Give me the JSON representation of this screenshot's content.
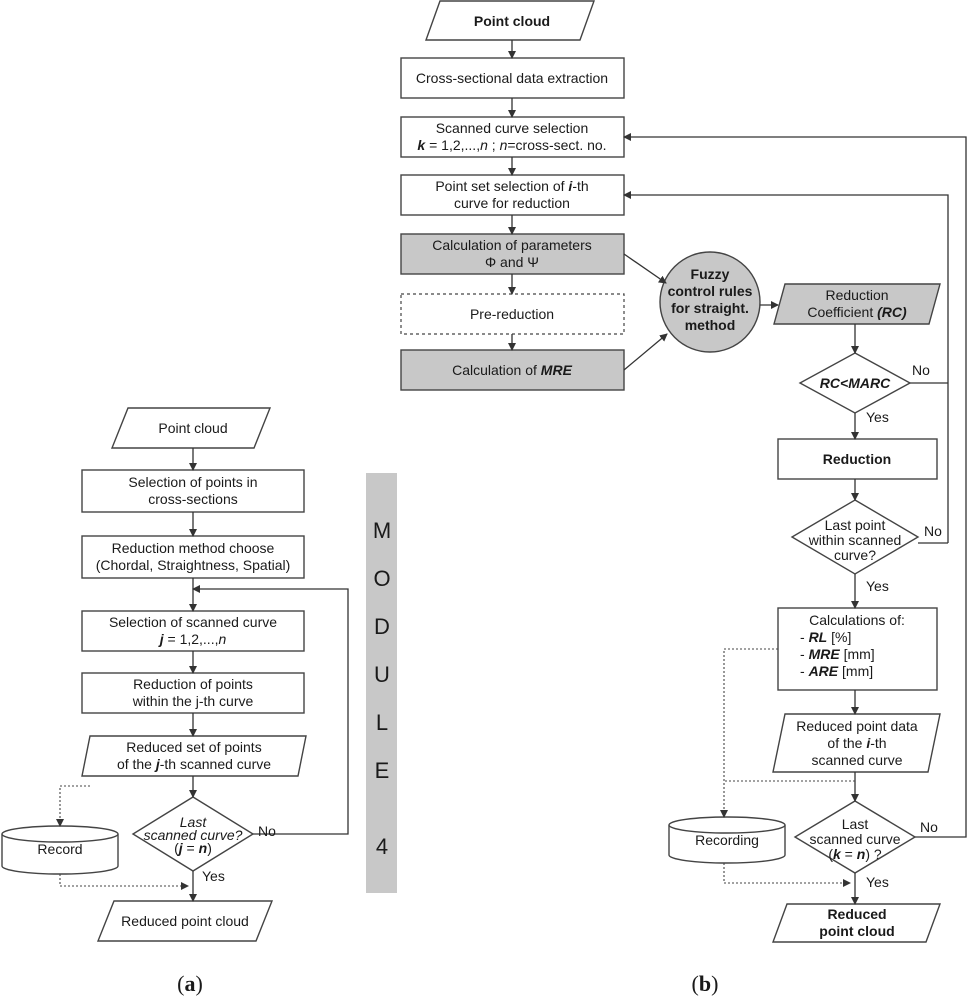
{
  "a": {
    "point_cloud": "Point cloud",
    "selection_points_1": "Selection of points in",
    "selection_points_2": "cross-sections",
    "method_1": "Reduction method choose",
    "method_2": "(Chordal, Straightness, Spatial)",
    "scanned_curve_1": "Selection of scanned curve",
    "scanned_curve_j": "j",
    "scanned_curve_2": " = 1,2,...,",
    "scanned_curve_n": "n",
    "reduction_1": "Reduction of points",
    "reduction_2": "within the j-th curve",
    "reduced_set_1": "Reduced set of points",
    "reduced_set_2a": "of the ",
    "reduced_set_j": "j",
    "reduced_set_2b": "-th scanned curve",
    "last_1": "Last",
    "last_2": "scanned curve?",
    "last_3a": "(",
    "last_3j": "j",
    "last_3b": " = ",
    "last_3n": "n",
    "last_3c": ")",
    "no": "No",
    "yes": "Yes",
    "record": "Record",
    "reduced_cloud": "Reduced point cloud",
    "module_letters": [
      "M",
      "O",
      "D",
      "U",
      "L",
      "E",
      "4"
    ],
    "caption_open": "(",
    "caption_letter": "a",
    "caption_close": ")"
  },
  "b": {
    "point_cloud": "Point cloud",
    "extraction": "Cross-sectional data extraction",
    "curve_sel_1": "Scanned curve selection",
    "curve_sel_k": "k",
    "curve_sel_2a": " = 1,2,...,",
    "curve_sel_n": "n",
    "curve_sel_2b": " ; ",
    "curve_sel_n2": "n",
    "curve_sel_2c": "=cross-sect. no.",
    "pointset_1a": "Point set selection of ",
    "pointset_i": "i",
    "pointset_1b": "-th",
    "pointset_2": "curve for reduction",
    "params_1": "Calculation of parameters",
    "params_2": "Φ and Ψ",
    "prereduction": "Pre-reduction",
    "mre_calc_1": "Calculation of ",
    "mre_calc_2": "MRE",
    "fuzzy_1": "Fuzzy",
    "fuzzy_2": "control rules",
    "fuzzy_3": "for straight.",
    "fuzzy_4": "method",
    "rc_1": "Reduction",
    "rc_2": "Coefficient ",
    "rc_3": "(RC)",
    "rc_cond": "RC<MARC",
    "no": "No",
    "yes": "Yes",
    "reduction": "Reduction",
    "lastpoint_1": "Last point",
    "lastpoint_2": "within scanned",
    "lastpoint_3": "curve?",
    "calc_title": "Calculations of:",
    "calc_rl_a": "- ",
    "calc_rl_b": "RL",
    "calc_rl_c": " [%]",
    "calc_mre_a": "- ",
    "calc_mre_b": "MRE",
    "calc_mre_c": " [mm]",
    "calc_are_a": "- ",
    "calc_are_b": "ARE",
    "calc_are_c": " [mm]",
    "reduced_data_1": "Reduced point data",
    "reduced_data_2a": "of the ",
    "reduced_data_i": "i",
    "reduced_data_2b": "-th",
    "reduced_data_3": "scanned curve",
    "recording": "Recording",
    "lastcurve_1": "Last",
    "lastcurve_2": "scanned curve",
    "lastcurve_3a": "(",
    "lastcurve_k": "k",
    "lastcurve_3b": " = ",
    "lastcurve_n": "n",
    "lastcurve_3c": ") ?",
    "reduced_cloud_1": "Reduced",
    "reduced_cloud_2": "point cloud",
    "caption_open": "(",
    "caption_letter": "b",
    "caption_close": ")"
  }
}
